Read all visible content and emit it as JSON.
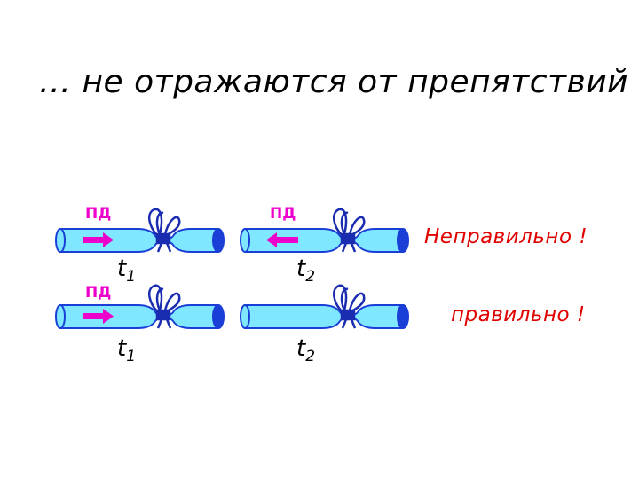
{
  "title": "… не отражаются от препятствий",
  "pd_label": "ПД",
  "time_labels": {
    "t1_base": "t",
    "t1_sub": "1",
    "t2_base": "t",
    "t2_sub": "2"
  },
  "rows": [
    {
      "left_pd": "ПД",
      "right_pd": "ПД",
      "verdict": "Неправильно !"
    },
    {
      "left_pd": "ПД",
      "verdict": "правильно !"
    }
  ],
  "colors": {
    "axon_fill": "#7fe7ff",
    "axon_stroke": "#1a3fd6",
    "arrow": "#ee00cc",
    "knot": "#1a2db0",
    "verdict": "#e00000",
    "pd": "#ee00cc"
  }
}
